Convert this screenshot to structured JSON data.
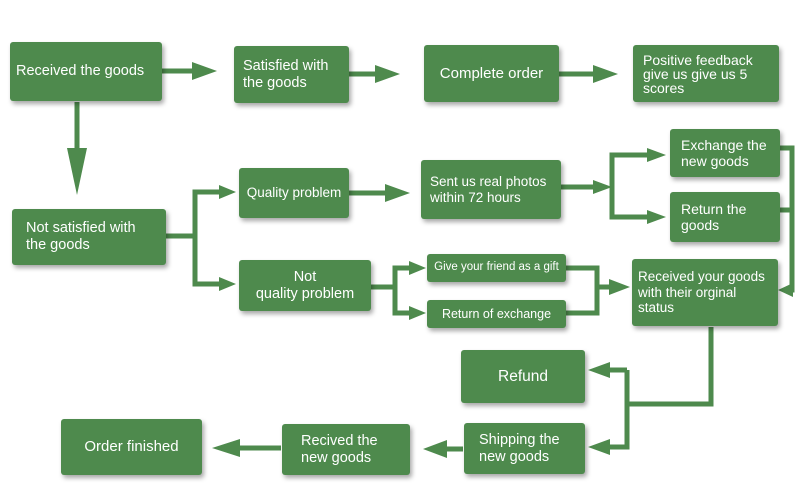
{
  "nodes": {
    "received_goods": "Received the goods",
    "satisfied": "Satisfied with\nthe goods",
    "complete_order": "Complete order",
    "positive_feedback": "Positive feedback\ngive us give us 5\nscores",
    "not_satisfied": "Not satisfied with\nthe goods",
    "quality_problem": "Quality problem",
    "not_quality_problem": "Not\nquality problem",
    "sent_photos": "Sent us real photos\nwithin 72 hours",
    "exchange_new": "Exchange the\nnew goods",
    "return_goods": "Return the\ngoods",
    "give_friend": "Give your friend as a gift",
    "return_exchange": "Return of exchange",
    "received_original": "Received your goods\nwith their orginal\nstatus",
    "refund": "Refund",
    "shipping_new": "Shipping the\nnew goods",
    "recived_new": "Recived the\nnew goods",
    "order_finished": "Order finished"
  }
}
